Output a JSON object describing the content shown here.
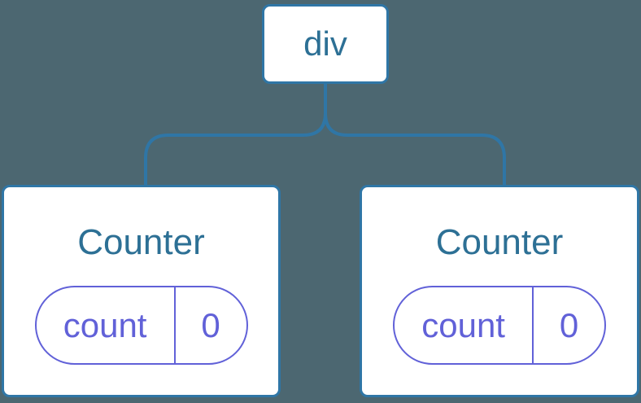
{
  "tree": {
    "root": {
      "label": "div"
    },
    "children": [
      {
        "name": "Counter",
        "state": {
          "key": "count",
          "value": "0"
        }
      },
      {
        "name": "Counter",
        "state": {
          "key": "count",
          "value": "0"
        }
      }
    ]
  },
  "colors": {
    "background": "#4c6771",
    "card_bg": "#ffffff",
    "line": "#2f76a6",
    "label_text": "#2d7095",
    "state_accent": "#6161d8"
  }
}
